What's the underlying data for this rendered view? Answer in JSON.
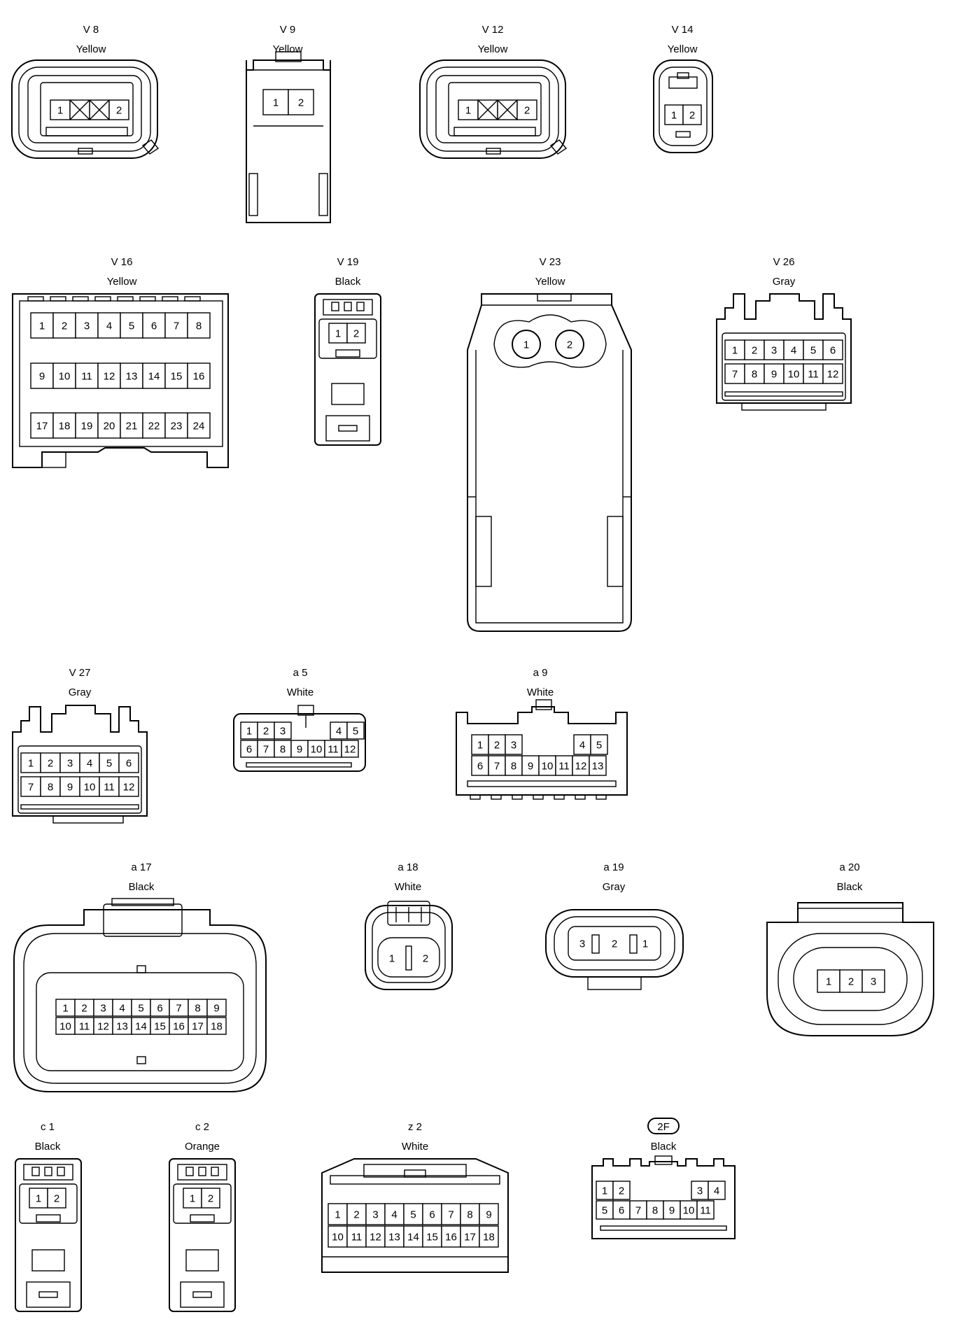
{
  "connectors": [
    {
      "id": "V 8",
      "color": "Yellow",
      "pins": [
        "1",
        "2"
      ]
    },
    {
      "id": "V 9",
      "color": "Yellow",
      "pins": [
        "1",
        "2"
      ]
    },
    {
      "id": "V 12",
      "color": "Yellow",
      "pins": [
        "1",
        "2"
      ]
    },
    {
      "id": "V 14",
      "color": "Yellow",
      "pins": [
        "1",
        "2"
      ]
    },
    {
      "id": "V 16",
      "color": "Yellow",
      "pins": [
        "1",
        "2",
        "3",
        "4",
        "5",
        "6",
        "7",
        "8",
        "9",
        "10",
        "11",
        "12",
        "13",
        "14",
        "15",
        "16",
        "17",
        "18",
        "19",
        "20",
        "21",
        "22",
        "23",
        "24"
      ]
    },
    {
      "id": "V 19",
      "color": "Black",
      "pins": [
        "1",
        "2"
      ]
    },
    {
      "id": "V 23",
      "color": "Yellow",
      "pins": [
        "1",
        "2"
      ]
    },
    {
      "id": "V 26",
      "color": "Gray",
      "pins": [
        "1",
        "2",
        "3",
        "4",
        "5",
        "6",
        "7",
        "8",
        "9",
        "10",
        "11",
        "12"
      ]
    },
    {
      "id": "V 27",
      "color": "Gray",
      "pins": [
        "1",
        "2",
        "3",
        "4",
        "5",
        "6",
        "7",
        "8",
        "9",
        "10",
        "11",
        "12"
      ]
    },
    {
      "id": "a 5",
      "color": "White",
      "pins": [
        "1",
        "2",
        "3",
        "4",
        "5",
        "6",
        "7",
        "8",
        "9",
        "10",
        "11",
        "12"
      ]
    },
    {
      "id": "a 9",
      "color": "White",
      "pins": [
        "1",
        "2",
        "3",
        "4",
        "5",
        "6",
        "7",
        "8",
        "9",
        "10",
        "11",
        "12",
        "13"
      ]
    },
    {
      "id": "a 17",
      "color": "Black",
      "pins": [
        "1",
        "2",
        "3",
        "4",
        "5",
        "6",
        "7",
        "8",
        "9",
        "10",
        "11",
        "12",
        "13",
        "14",
        "15",
        "16",
        "17",
        "18"
      ]
    },
    {
      "id": "a 18",
      "color": "White",
      "pins": [
        "1",
        "2"
      ]
    },
    {
      "id": "a 19",
      "color": "Gray",
      "pins": [
        "3",
        "2",
        "1"
      ]
    },
    {
      "id": "a 20",
      "color": "Black",
      "pins": [
        "1",
        "2",
        "3"
      ]
    },
    {
      "id": "c 1",
      "color": "Black",
      "pins": [
        "1",
        "2"
      ]
    },
    {
      "id": "c 2",
      "color": "Orange",
      "pins": [
        "1",
        "2"
      ]
    },
    {
      "id": "z 2",
      "color": "White",
      "pins": [
        "1",
        "2",
        "3",
        "4",
        "5",
        "6",
        "7",
        "8",
        "9",
        "10",
        "11",
        "12",
        "13",
        "14",
        "15",
        "16",
        "17",
        "18"
      ]
    },
    {
      "id": "2F",
      "color": "Black",
      "pins": [
        "1",
        "2",
        "3",
        "4",
        "5",
        "6",
        "7",
        "8",
        "9",
        "10",
        "11"
      ]
    }
  ]
}
